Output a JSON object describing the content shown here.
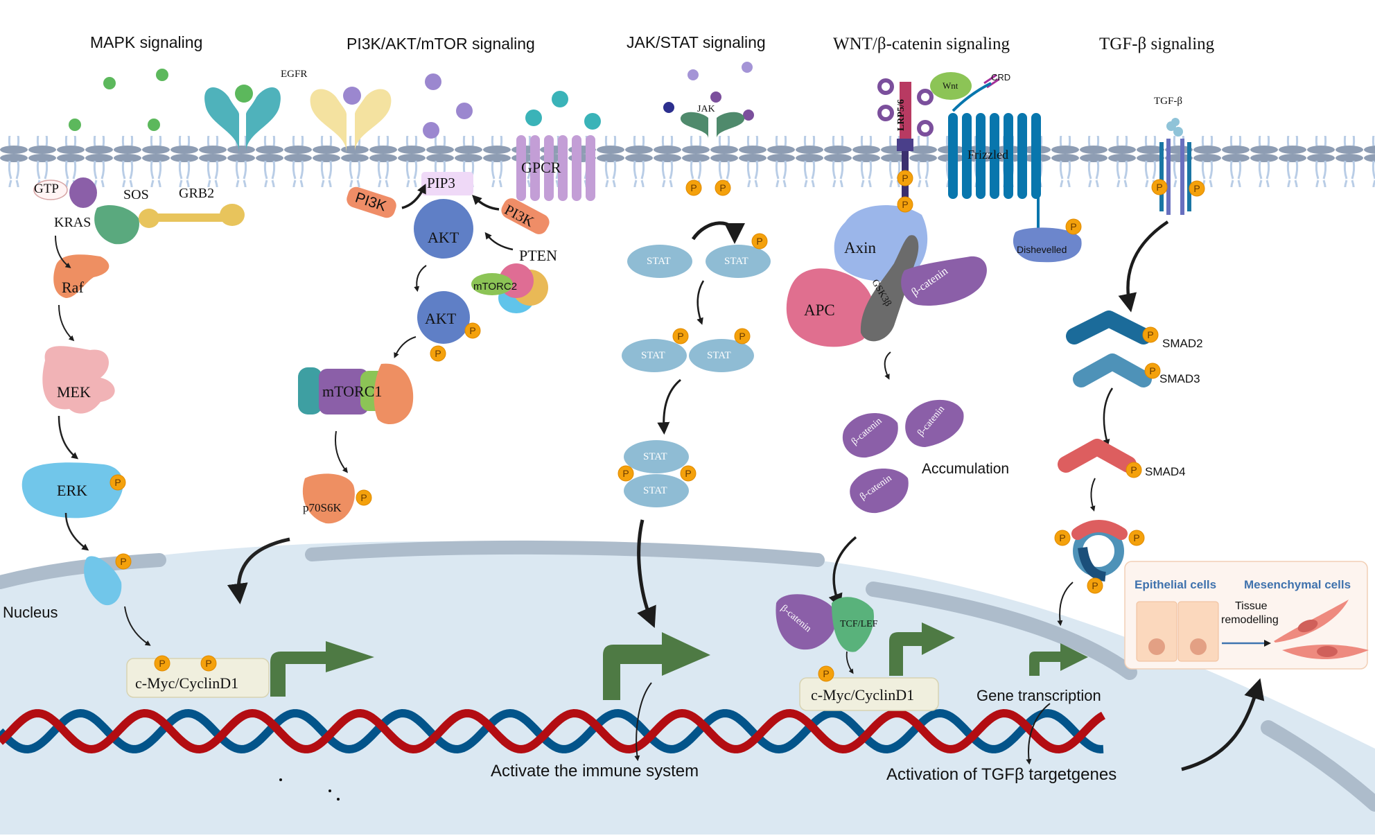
{
  "figure": {
    "pathways": [
      {
        "title": "MAPK signaling"
      },
      {
        "title": "PI3K/AKT/mTOR signaling"
      },
      {
        "title": "JAK/STAT signaling"
      },
      {
        "title": "WNT/β-catenin signaling"
      },
      {
        "title": "TGF-β signaling"
      }
    ],
    "mapk": {
      "receptor": "EGFR",
      "gtp": "GTP",
      "kras": "KRAS",
      "sos": "SOS",
      "grb2": "GRB2",
      "raf": "Raf",
      "mek": "MEK",
      "erk": "ERK",
      "nucleus": "Nucleus",
      "target": "c-Myc/CyclinD1"
    },
    "pi3k": {
      "pip3": "PIP3",
      "pi3k_left": "PI3K",
      "pi3k_right": "PI3K",
      "gpcr": "GPCR",
      "pten": "PTEN",
      "akt": "AKT",
      "akt_p": "AKT",
      "mtorc2": "mTORC2",
      "mtorc1": "mTORC1",
      "p70s6k": "p70S6K"
    },
    "jak": {
      "jak": "JAK",
      "stat": "STAT",
      "outcome": "Activate the immune system"
    },
    "wnt": {
      "lrp": "LRP5/6",
      "wnt": "Wnt",
      "crd": "CRD",
      "frizzled": "Frizzled",
      "dishevelled": "Dishevelled",
      "axin": "Axin",
      "apc": "APC",
      "gsk": "GSK3β",
      "bcatenin": "β-catenin",
      "accumulation": "Accumulation",
      "tcf": "TCF/LEF",
      "target": "c-Myc/CyclinD1"
    },
    "tgf": {
      "ligand": "TGF-β",
      "smad2": "SMAD2",
      "smad3": "SMAD3",
      "smad4": "SMAD4",
      "gene_transcription": "Gene transcription",
      "outcome": "Activation of TGFβ targetgenes",
      "emt": {
        "epithelial": "Epithelial cells",
        "mesenchymal": "Mesenchymal cells",
        "arrow_label_1": "Tissue",
        "arrow_label_2": "remodelling"
      }
    },
    "phospho": "P",
    "colors": {
      "membrane_head": "#8e9db3",
      "membrane_tail": "#b9cde6",
      "nucleus_fill": "#dbe8f2",
      "nuclear_envelope": "#adbccb",
      "dna_blue": "#03548a",
      "dna_red": "#b30d12",
      "phospho": "#f4a10c",
      "transcription_arrow": "#4e7a44"
    }
  }
}
